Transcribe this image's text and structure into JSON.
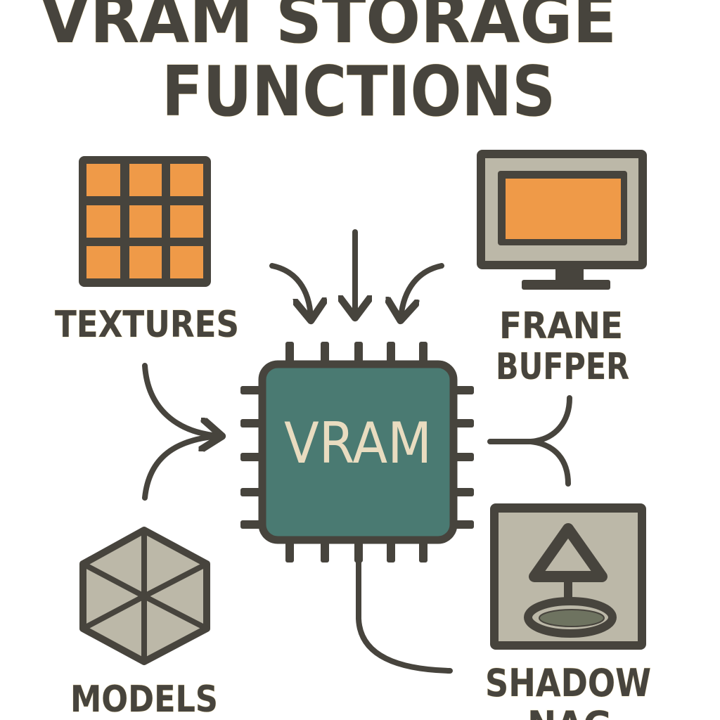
{
  "title": {
    "line1": "VRAM STORAGE",
    "line2": "FUNCTIONS"
  },
  "chip": {
    "label": "VRAM"
  },
  "nodes": {
    "textures": {
      "label": "TEXTURES",
      "icon": "texture-grid-icon"
    },
    "frame_buffer": {
      "line1": "FRANE",
      "line2": "BUFPER",
      "icon": "monitor-icon"
    },
    "models": {
      "label": "MODELS",
      "icon": "cube-icon"
    },
    "shadow_map": {
      "line1": "SHADOW",
      "line2": "NAG",
      "icon": "shadow-lamp-icon"
    }
  },
  "colors": {
    "ink": "#47443d",
    "orange": "#ef9a48",
    "teal": "#4a7a72",
    "gray": "#bcb8a8",
    "cream": "#e9dcc0",
    "shadow": "#6e7360"
  }
}
